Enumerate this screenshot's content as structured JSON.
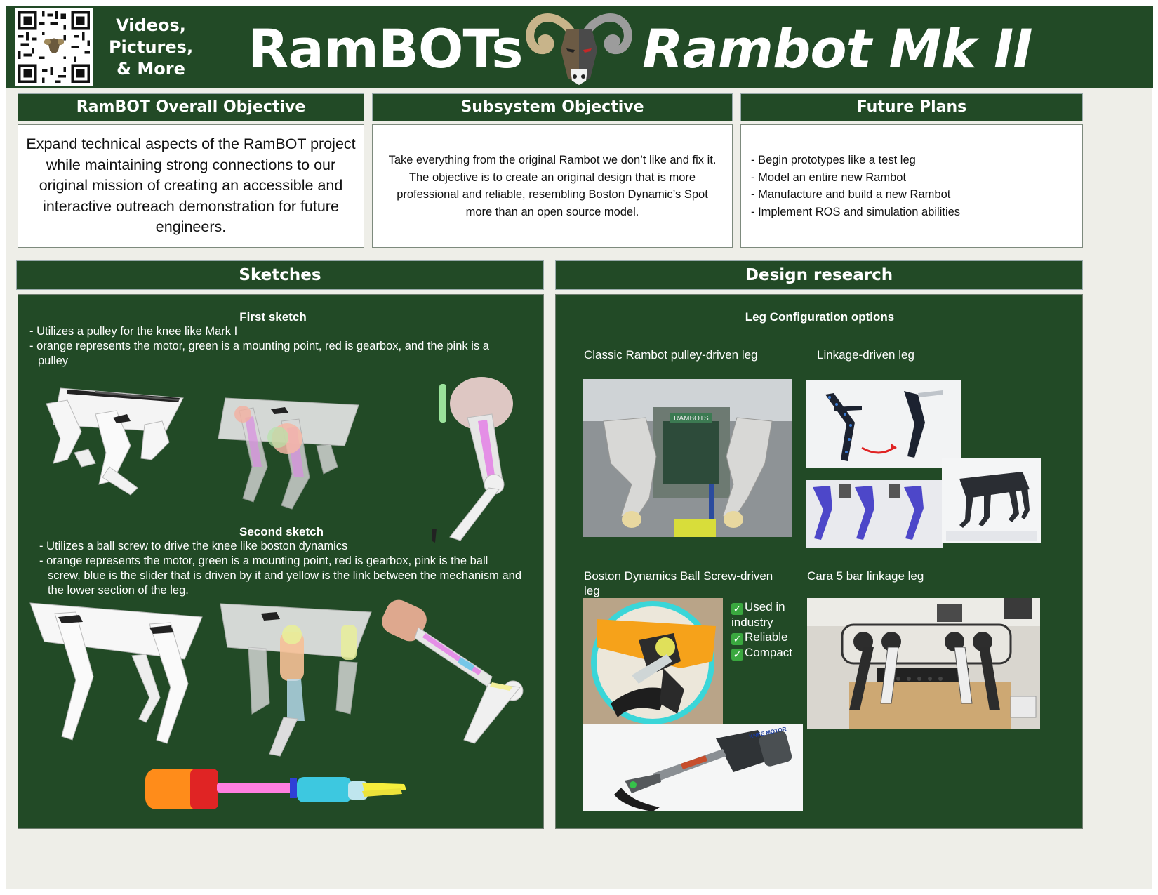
{
  "banner": {
    "link_lines": [
      "Videos,",
      "Pictures,",
      "& More"
    ],
    "title": "RamBOTs",
    "model": "Rambot Mk II",
    "color": "#224a26"
  },
  "sections": {
    "overall": {
      "header": "RamBOT Overall Objective",
      "text": "Expand technical aspects of the RamBOT project while maintaining strong connections to our original mission of creating an accessible and interactive outreach demonstration for future engineers."
    },
    "subsystem": {
      "header": "Subsystem Objective",
      "text": "Take everything from the original Rambot we don’t like and fix it. The objective is to create an original design that is more professional and reliable, resembling Boston Dynamic’s Spot more than an open source model."
    },
    "future": {
      "header": "Future Plans",
      "items": [
        "- Begin prototypes like a test leg",
        "- Model an entire new Rambot",
        "- Manufacture and build a new Rambot",
        "- Implement ROS and simulation abilities"
      ]
    }
  },
  "sketches": {
    "header": "Sketches",
    "first": {
      "title": "First sketch",
      "bullets": [
        "- Utilizes a pulley for the knee like Mark I",
        "- orange represents the motor, green is a mounting point, red is gearbox, and the pink is a pulley"
      ]
    },
    "second": {
      "title": "Second sketch",
      "bullets": [
        "- Utilizes a ball screw to drive the knee like boston dynamics",
        "- orange represents the motor, green is a mounting point, red is gearbox, pink is the ball screw, blue is the slider that is driven by it and yellow is the link between the mechanism and the lower section of the leg."
      ]
    }
  },
  "research": {
    "header": "Design research",
    "subtitle": "Leg Configuration options",
    "options": {
      "classic": "Classic Rambot pulley-driven leg",
      "linkage": "Linkage-driven leg",
      "boston": "Boston Dynamics Ball Screw-driven leg",
      "cara": "Cara 5 bar linkage leg"
    },
    "checks": [
      "Used in industry",
      "Reliable",
      "Compact"
    ],
    "photo_labels": {
      "rambots_banner": "RAMBOTS",
      "knee_motor": "KNEE MOTOR"
    }
  },
  "icons": {
    "qr": "qr-code-icon",
    "logo": "ram-head-logo-icon",
    "check": "check-mark-icon"
  }
}
